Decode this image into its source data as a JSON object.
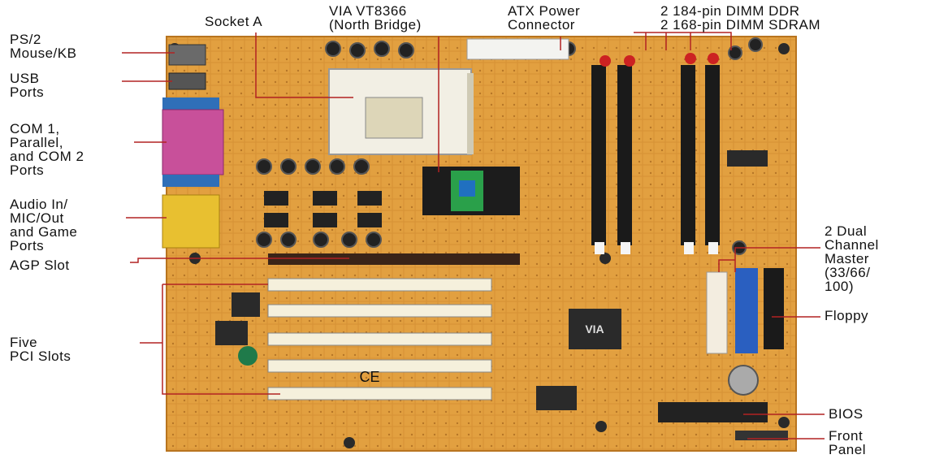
{
  "labels": {
    "socket_a": "Socket A",
    "north_bridge": "VIA VT8366\n(North Bridge)",
    "atx_power": "ATX Power\nConnector",
    "dimm": "2 184-pin DIMM DDR\n2 168-pin DIMM SDRAM",
    "ps2": "PS/2\nMouse/KB",
    "usb": "USB\nPorts",
    "com": "COM 1,\nParallel,\nand COM 2\nPorts",
    "audio": "Audio In/\nMIC/Out\nand Game\nPorts",
    "agp": "AGP Slot",
    "pci": "Five\nPCI Slots",
    "ide": "2 Dual\nChannel\nMaster\n(33/66/\n100)",
    "floppy": "Floppy",
    "bios": "BIOS",
    "front_panel": "Front\nPanel"
  },
  "board_markings": {
    "chip_logo": "VIA",
    "ce_mark": "CE"
  },
  "colors": {
    "board": "#e6a23c",
    "leader_line": "#b22222",
    "ide_connector": "#2a5fc0",
    "parallel_port": "#c8509a",
    "audio_ports": "#e8c030",
    "dimm_slot": "#1a1a1a",
    "pci_slot": "#f5f0dc"
  }
}
